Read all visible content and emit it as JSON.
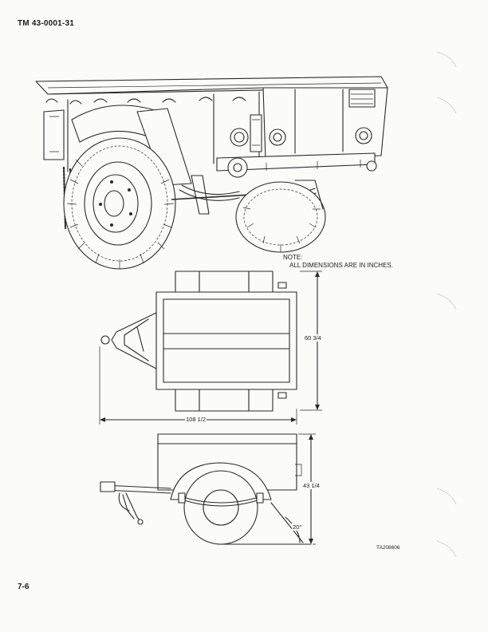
{
  "header": {
    "doc_number": "TM 43-0001-31"
  },
  "note": {
    "label": "NOTE:",
    "text": "ALL DIMENSIONS ARE IN INCHES."
  },
  "dimensions": {
    "width": "60 3/4",
    "length": "108 1/2",
    "height": "43 1/4",
    "angle": "20°"
  },
  "figure_id": "TA208606",
  "page_number": "7-6"
}
